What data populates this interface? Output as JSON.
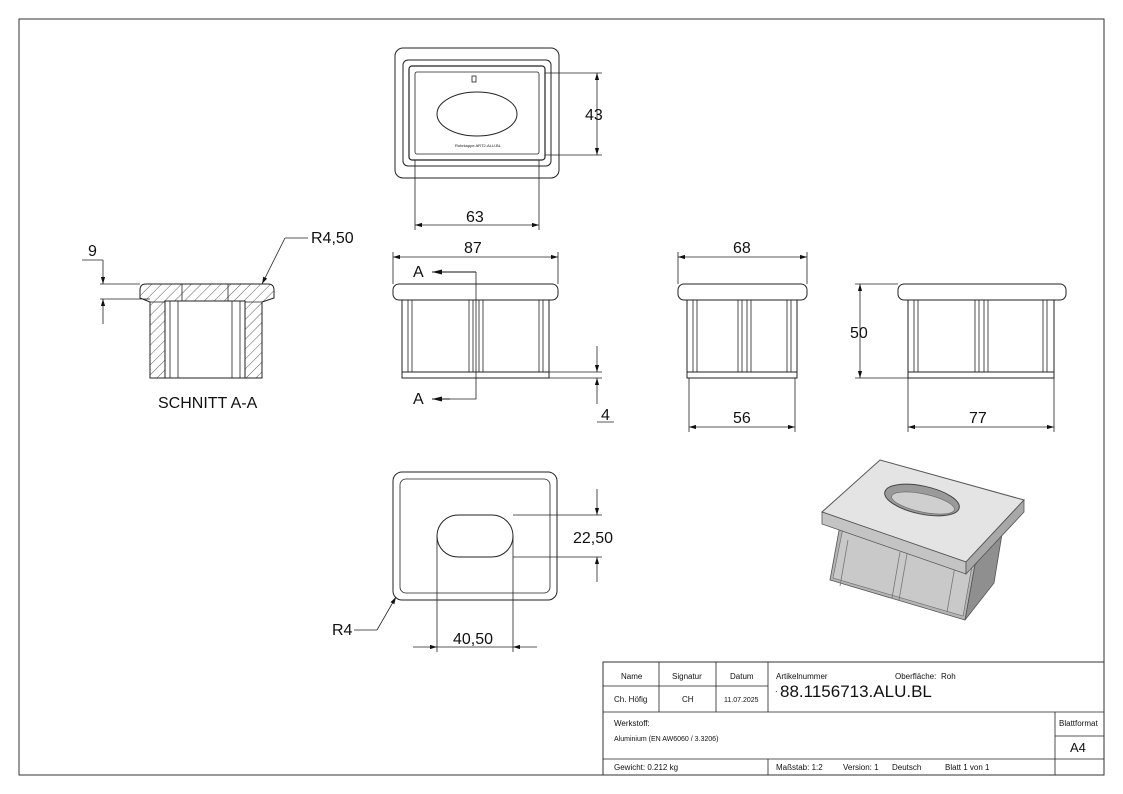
{
  "dimensions": {
    "top_view_height": "43",
    "top_view_width": "63",
    "front_width": "87",
    "side_width": "68",
    "flange_radius": "R4,50",
    "flange_thickness": "9",
    "lip_height": "4",
    "bottom_width_side": "56",
    "total_height": "50",
    "bottom_width_right": "77",
    "slot_height": "22,50",
    "slot_width": "40,50",
    "corner_radius": "R4"
  },
  "section": {
    "label": "SCHNITT A-A",
    "cut_marker": "A"
  },
  "title_block": {
    "col_name": "Name",
    "col_signatur": "Signatur",
    "col_datum": "Datum",
    "name": "Ch. Höfig",
    "signatur": "CH",
    "datum": "11.07.2025",
    "artikel_label": "Artikelnummer",
    "oberflaeche_label": "Oberfläche:",
    "oberflaeche_value": "Roh",
    "artikel_prefix": "ᐧ",
    "artikel_nummer": "88.1156713.ALU.BL",
    "werkstoff_label": "Werkstoff:",
    "werkstoff_value": "Aluminium (EN AW6060 / 3.3206)",
    "blattformat_label": "Blattformat",
    "blattformat_value": "A4",
    "gewicht": "Gewicht: 0.212 kg",
    "massstab": "Maßstab: 1:2",
    "version": "Version: 1",
    "sprache": "Deutsch",
    "blatt": "Blatt 1 von 1"
  }
}
